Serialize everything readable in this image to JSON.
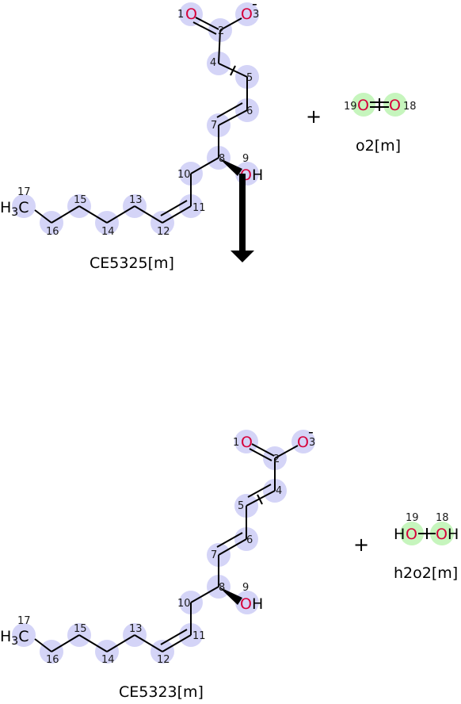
{
  "reaction": {
    "reactant_main": {
      "name": "CE5325[m]",
      "atoms": {
        "a1": "1",
        "a2": "2",
        "a3": "3",
        "a4": "4",
        "a5": "5",
        "a6": "6",
        "a7": "7",
        "a8": "8",
        "a9": "9",
        "a10": "10",
        "a11": "11",
        "a12": "12",
        "a13": "13",
        "a14": "14",
        "a15": "15",
        "a16": "16",
        "a17": "17"
      },
      "o1_symbol": "O",
      "o3_symbol": "O",
      "o3_charge": "-",
      "oh_symbol": "OH",
      "methyl_h": "H",
      "methyl_sub": "3",
      "methyl_c": "C"
    },
    "plus_top": "+",
    "reactant_o2": {
      "name": "o2[m]",
      "atom_19": "19",
      "atom_18": "18",
      "o_symbol": "O"
    },
    "product_main": {
      "name": "CE5323[m]",
      "atoms": {
        "a1": "1",
        "a2": "2",
        "a3": "3",
        "a4": "4",
        "a5": "5",
        "a6": "6",
        "a7": "7",
        "a8": "8",
        "a9": "9",
        "a10": "10",
        "a11": "11",
        "a12": "12",
        "a13": "13",
        "a14": "14",
        "a15": "15",
        "a16": "16",
        "a17": "17"
      },
      "o1_symbol": "O",
      "o3_symbol": "O",
      "o3_charge": "-",
      "oh_symbol": "OH",
      "methyl_h": "H",
      "methyl_sub": "3",
      "methyl_c": "C"
    },
    "plus_bottom": "+",
    "product_h2o2": {
      "name": "h2o2[m]",
      "atom_19": "19",
      "atom_18": "18",
      "h_symbol": "H",
      "o_symbol": "O"
    },
    "colors": {
      "highlight_main": "#d4d4f7",
      "highlight_small": "#c6f5bd",
      "oxygen": "#d6003a",
      "bond": "#000000"
    }
  }
}
